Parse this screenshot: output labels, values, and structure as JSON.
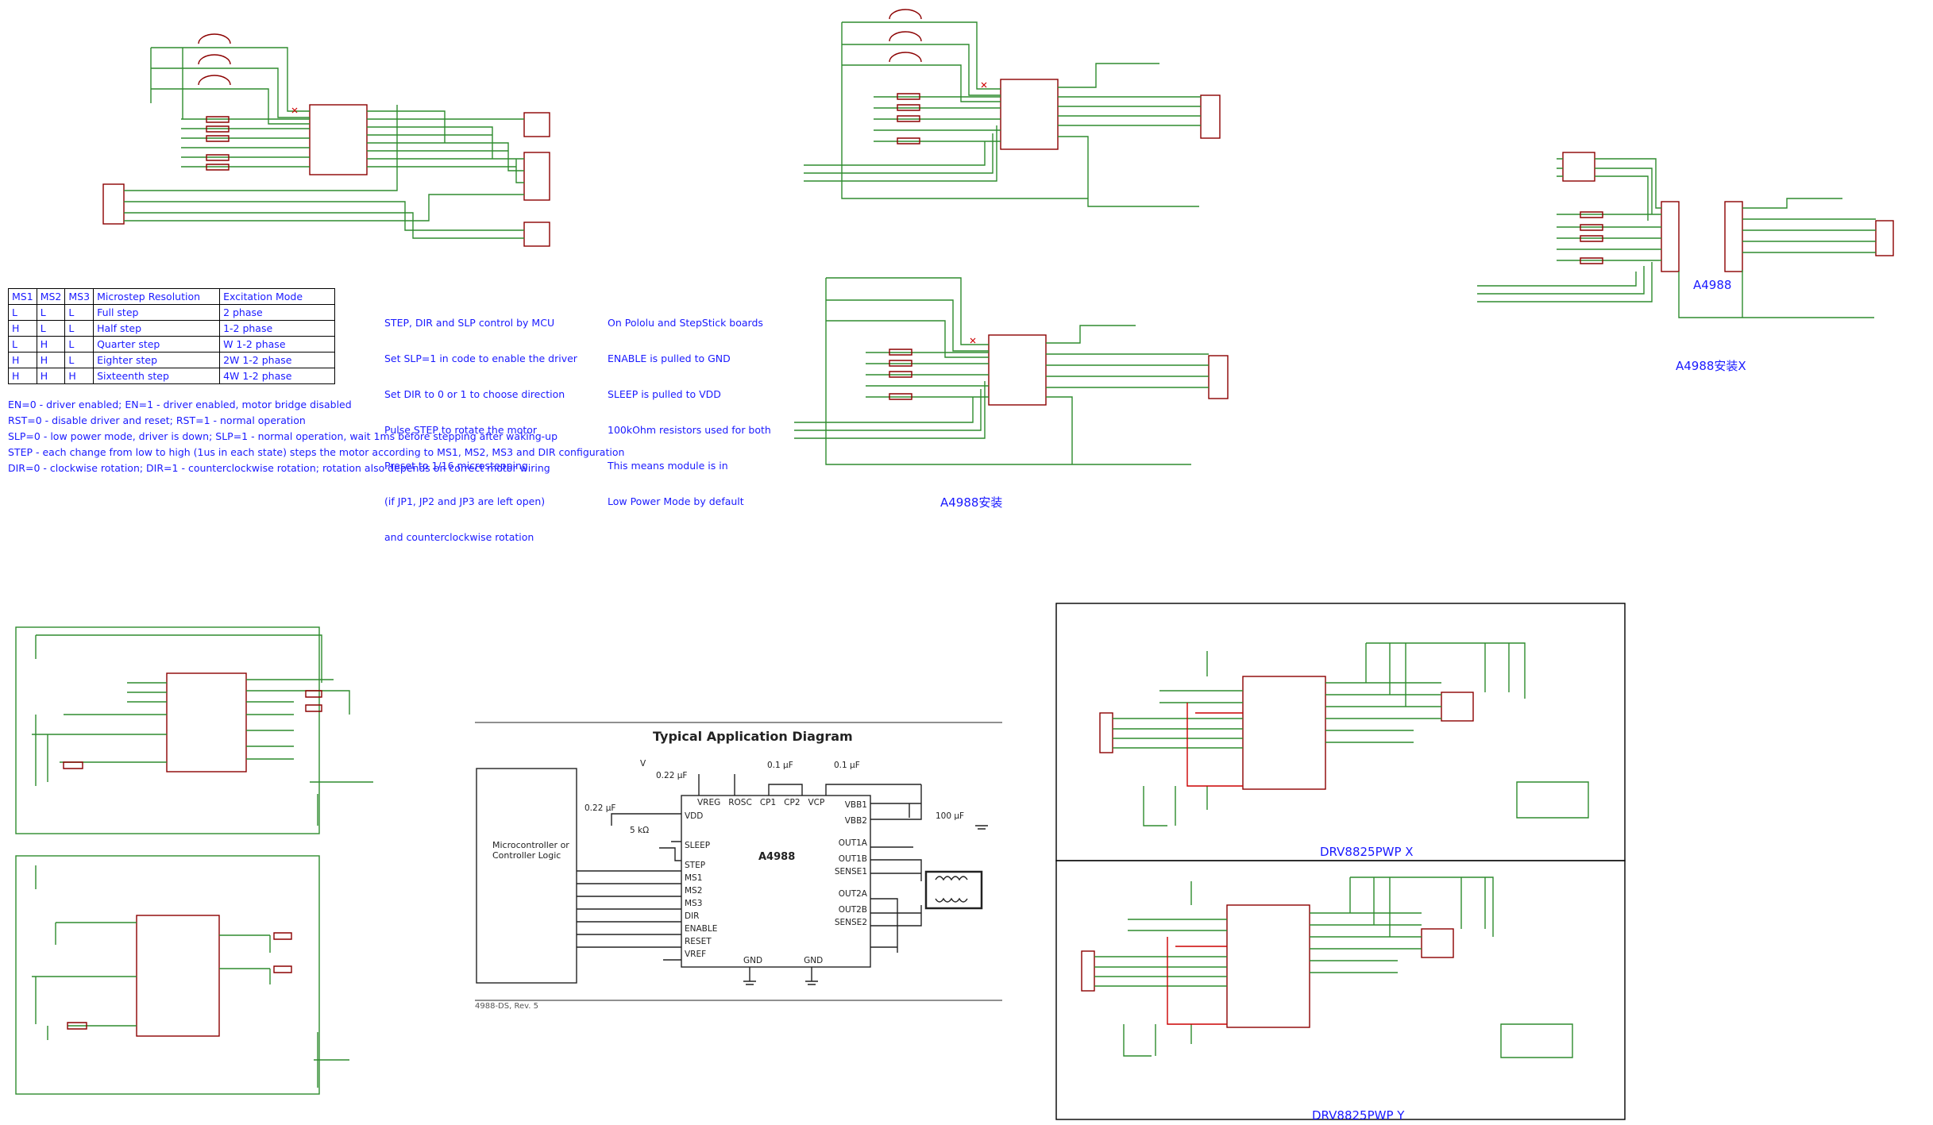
{
  "table": {
    "headers": [
      "MS1",
      "MS2",
      "MS3",
      "Microstep Resolution",
      "Excitation Mode"
    ],
    "rows": [
      [
        "L",
        "L",
        "L",
        "Full step",
        "2 phase"
      ],
      [
        "H",
        "L",
        "L",
        "Half step",
        "1-2 phase"
      ],
      [
        "L",
        "H",
        "L",
        "Quarter step",
        "W 1-2 phase"
      ],
      [
        "H",
        "H",
        "L",
        "Eighter step",
        "2W 1-2 phase"
      ],
      [
        "H",
        "H",
        "H",
        "Sixteenth step",
        "4W 1-2 phase"
      ]
    ]
  },
  "notes_control": [
    "STEP, DIR and SLP control by MCU",
    "Set SLP=1 in code to enable the driver",
    "Set DIR to 0 or 1 to choose direction",
    "Pulse STEP to rotate the motor",
    "Preset to 1/16 microstepping",
    "(if JP1, JP2 and JP3 are left open)",
    "and counterclockwise rotation"
  ],
  "notes_pololu": [
    "On Pololu and StepStick boards",
    "ENABLE is pulled to GND",
    "SLEEP is pulled to VDD",
    "100kOhm resistors used for both",
    "This means module is in",
    "Low Power Mode by default"
  ],
  "notes_bottom": [
    "EN=0 - driver enabled; EN=1 - driver enabled, motor bridge disabled",
    "RST=0 - disable driver and reset; RST=1 - normal operation",
    "SLP=0 - low power mode, driver is down; SLP=1 - normal operation, wait 1ms before stepping after waking-up",
    "STEP - each change from low to high (1us in each state) steps the motor according to MS1, MS2, MS3 and DIR configuration",
    "DIR=0 - clockwise rotation; DIR=1 - counterclockwise rotation; rotation also depends on correct motor wiring"
  ],
  "sections": {
    "a4988_install": "A4988安装",
    "a4988": "A4988",
    "a4988_install_x": "A4988安装X",
    "drv_x": "DRV8825PWP X",
    "drv_y": "DRV8825PWP Y"
  },
  "typical": {
    "title": "Typical Application Diagram",
    "mcu_label": "Microcontroller or\nController Logic",
    "chip": "A4988",
    "footer": "4988-DS, Rev. 5",
    "left_pins": [
      "VDD",
      "SLEEP",
      "STEP",
      "MS1",
      "MS2",
      "MS3",
      "DIR",
      "ENABLE",
      "RESET",
      "VREF"
    ],
    "right_pins": [
      "VBB1",
      "VBB2",
      "OUT1A",
      "OUT1B",
      "SENSE1",
      "OUT2A",
      "OUT2B",
      "SENSE2"
    ],
    "top_pins": [
      "VREG",
      "ROSC",
      "CP1",
      "CP2",
      "VCP"
    ],
    "bottom_pins": [
      "GND",
      "GND"
    ],
    "cap1": "0.22 µF",
    "cap2": "0.1 µF",
    "cap3": "0.1 µF",
    "cap4": "0.22 µF",
    "cap5": "100 µF",
    "res": "5 kΩ",
    "vdd": "V"
  }
}
